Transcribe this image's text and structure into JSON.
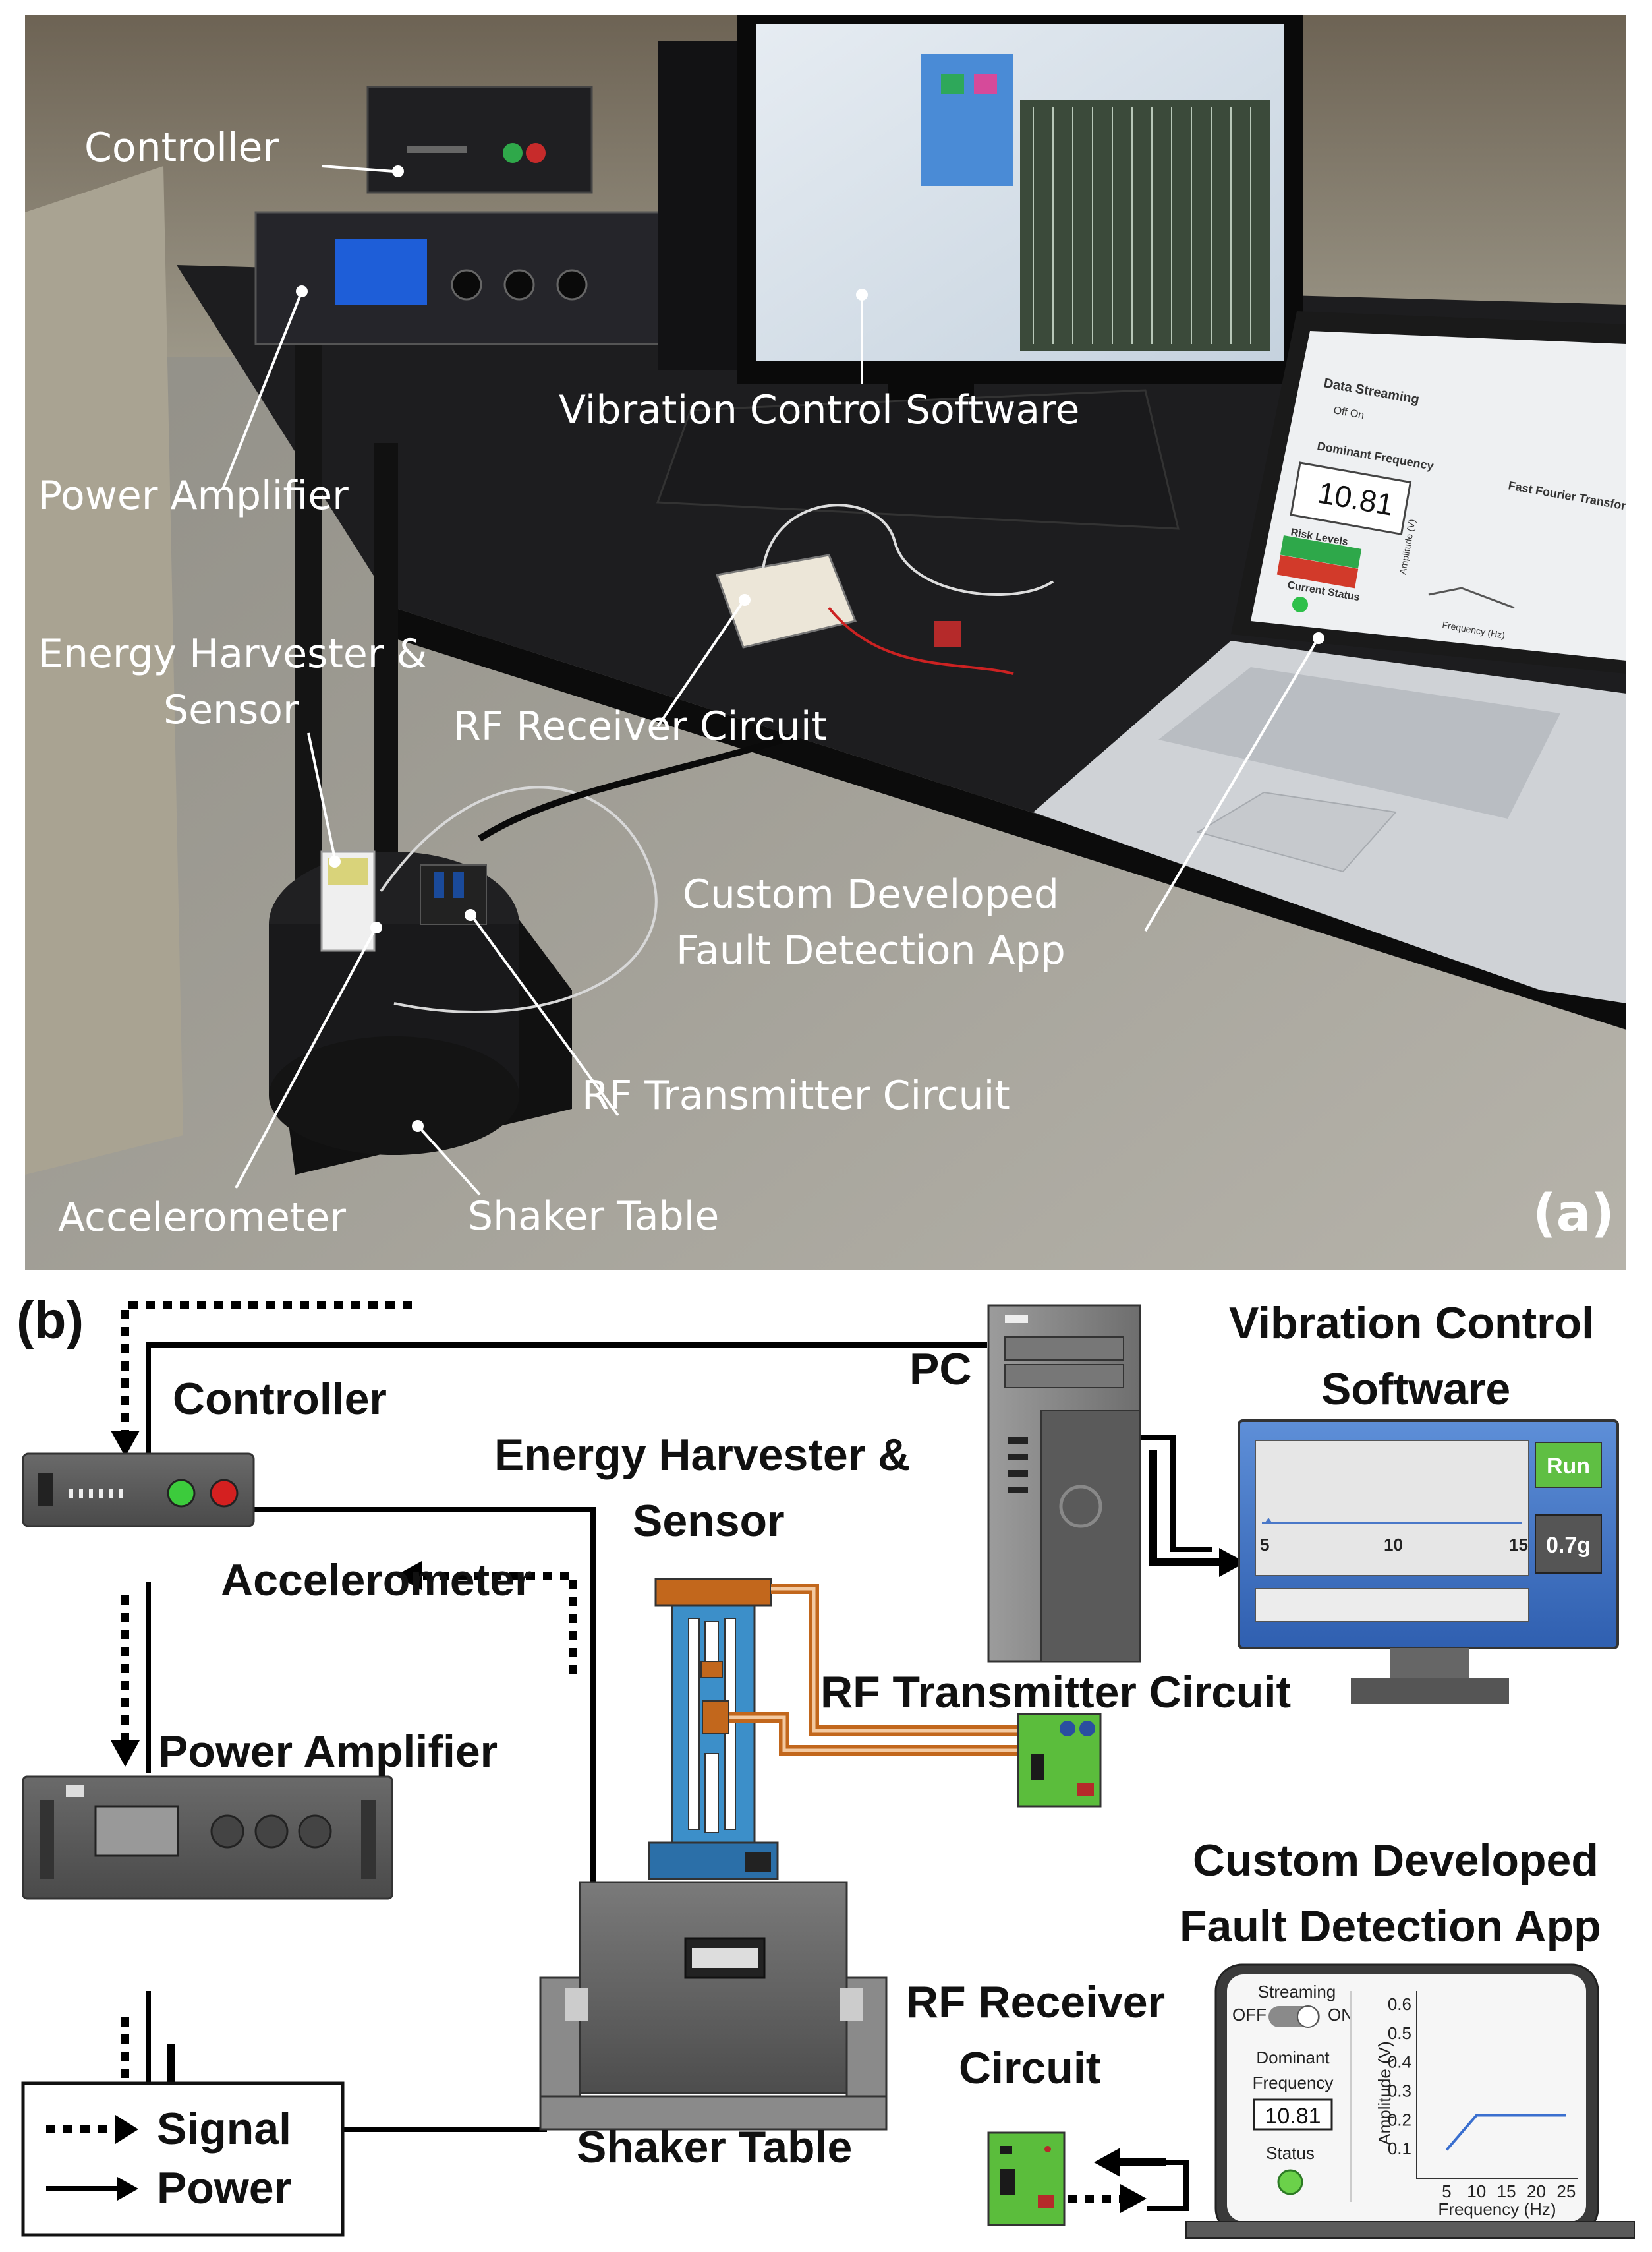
{
  "panel_a": {
    "tag": "(a)",
    "labels": {
      "controller": "Controller",
      "power_amplifier": "Power Amplifier",
      "vibration_software": "Vibration Control Software",
      "energy_harvester_line1": "Energy Harvester &",
      "energy_harvester_line2": "Sensor",
      "rf_receiver": "RF Receiver Circuit",
      "app_line1": "Custom Developed",
      "app_line2": "Fault Detection App",
      "rf_transmitter": "RF Transmitter Circuit",
      "accelerometer": "Accelerometer",
      "shaker_table": "Shaker Table"
    },
    "laptop_screen": {
      "streaming_title": "Data Streaming",
      "toggle": "Off   On",
      "dominant_title": "Dominant Frequency",
      "dominant_value": "10.81",
      "risk": "Risk Levels",
      "status": "Current Status",
      "chart_title": "Fast Fourier Transform",
      "x_title": "Frequency (Hz)",
      "y_title": "Amplitude (V)"
    }
  },
  "panel_b": {
    "tag": "(b)",
    "labels": {
      "controller": "Controller",
      "pc": "PC",
      "vcs_line1": "Vibration Control",
      "vcs_line2": "Software",
      "eh_line1": "Energy Harvester &",
      "eh_line2": "Sensor",
      "accelerometer": "Accelerometer",
      "rf_transmitter": "RF Transmitter Circuit",
      "power_amplifier": "Power Amplifier",
      "app_line1": "Custom Developed",
      "app_line2": "Fault Detection App",
      "rf_receiver_line1": "RF Receiver",
      "rf_receiver_line2": "Circuit",
      "shaker_table": "Shaker Table"
    },
    "monitor": {
      "run_button": "Run",
      "gauge_value": "0.7g",
      "ticks": [
        "5",
        "10",
        "15"
      ]
    },
    "app": {
      "streaming": "Streaming",
      "off": "OFF",
      "on": "ON",
      "dominant_line1": "Dominant",
      "dominant_line2": "Frequency",
      "dominant_value": "10.81",
      "status": "Status",
      "y_axis_title": "Amplitude (V)",
      "x_axis_title": "Frequency (Hz)",
      "y_ticks": [
        "0.6",
        "0.5",
        "0.4",
        "0.3",
        "0.2",
        "0.1"
      ],
      "x_ticks": [
        "5",
        "10",
        "15",
        "20",
        "25"
      ]
    },
    "legend": {
      "signal": "Signal",
      "power": "Power"
    }
  }
}
